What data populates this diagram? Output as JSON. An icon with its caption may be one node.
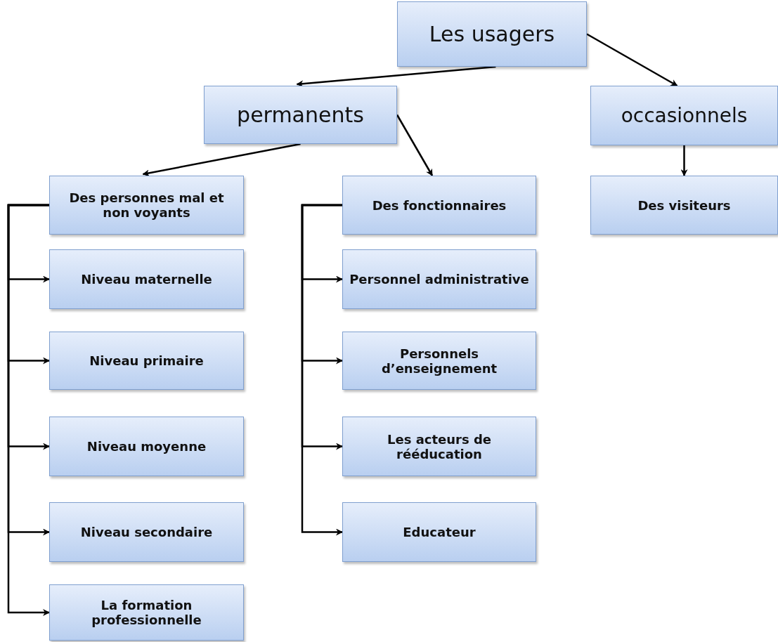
{
  "diagram": {
    "nodes": [
      {
        "text": [
          "Les usagers"
        ]
      },
      {
        "text": [
          "permanents"
        ]
      },
      {
        "text": [
          "occasionnels"
        ]
      },
      {
        "text": [
          "Des personnes mal et non voyants"
        ]
      },
      {
        "text": [
          "Des fonctionnaires"
        ]
      },
      {
        "text": [
          "Des visiteurs"
        ]
      },
      {
        "text": [
          "Niveau maternelle"
        ]
      },
      {
        "text": [
          "Niveau primaire"
        ]
      },
      {
        "text": [
          "Niveau moyenne"
        ]
      },
      {
        "text": [
          "Niveau secondaire"
        ]
      },
      {
        "text": [
          "La formation professionnelle"
        ]
      },
      {
        "text": [
          "Personnel administrative"
        ]
      },
      {
        "text": [
          "Personnels d’enseignement"
        ]
      },
      {
        "text": [
          "Les acteurs de rééducation"
        ]
      },
      {
        "text": [
          "Educateur"
        ]
      }
    ],
    "edges": [
      {
        "from": 0,
        "to": 1,
        "arrow": "to"
      },
      {
        "from": 0,
        "to": 2,
        "arrow": "to"
      },
      {
        "from": 1,
        "to": 3,
        "arrow": "to"
      },
      {
        "from": 1,
        "to": 4,
        "arrow": "to"
      },
      {
        "from": 2,
        "to": 5,
        "arrow": "to"
      },
      {
        "from": 3,
        "to": 6,
        "arrow": "to"
      },
      {
        "from": 3,
        "to": 7,
        "arrow": "to"
      },
      {
        "from": 3,
        "to": 8,
        "arrow": "to"
      },
      {
        "from": 3,
        "to": 9,
        "arrow": "to"
      },
      {
        "from": 3,
        "to": 10,
        "arrow": "to"
      },
      {
        "from": 4,
        "to": 11,
        "arrow": "to"
      },
      {
        "from": 4,
        "to": 12,
        "arrow": "to"
      },
      {
        "from": 4,
        "to": 13,
        "arrow": "to"
      },
      {
        "from": 4,
        "to": 14,
        "arrow": "to"
      }
    ]
  }
}
